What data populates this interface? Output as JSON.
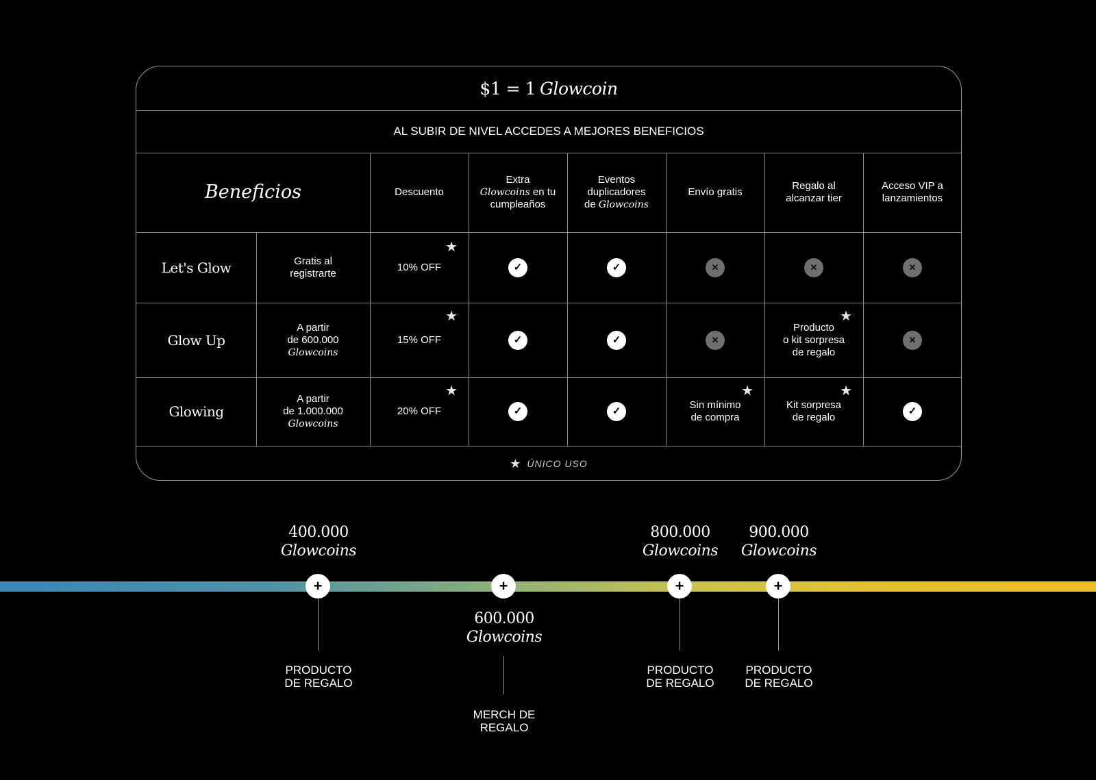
{
  "table": {
    "title_prefix": "$1 = 1",
    "title_italic": "Glowcoin",
    "subtitle": "AL SUBIR DE NIVEL ACCEDES A MEJORES BENEFICIOS",
    "header_label": "Beneficios",
    "columns": {
      "descuento": "Descuento",
      "extra_line1": "Extra",
      "extra_it": "Glowcoins",
      "extra_rest": " en tu",
      "extra_line3": "cumpleaños",
      "eventos_line1": "Eventos",
      "eventos_line2": "duplicadores",
      "eventos_de": "de ",
      "eventos_it": "Glowcoins",
      "envio": "Envío gratis",
      "regalo_line1": "Regalo al",
      "regalo_line2": "alcanzar tier",
      "vip_line1": "Acceso VIP a",
      "vip_line2": "lanzamientos"
    },
    "rows": [
      {
        "tier": "Let's Glow",
        "req_line1": "Gratis al",
        "req_line2": "registrarte",
        "req_it": "",
        "discount": "10% OFF",
        "extra": "check",
        "eventos": "check",
        "envio": "cross",
        "regalo": "cross",
        "vip": "cross"
      },
      {
        "tier": "Glow Up",
        "req_line1": "A partir",
        "req_line2": "de 600.000",
        "req_it": "Glowcoins",
        "discount": "15% OFF",
        "extra": "check",
        "eventos": "check",
        "envio": "cross",
        "regalo_line1": "Producto",
        "regalo_line2": "o kit sorpresa",
        "regalo_line3": "de regalo",
        "vip": "cross"
      },
      {
        "tier": "Glowing",
        "req_line1": "A partir",
        "req_line2": "de 1.000.000",
        "req_it": "Glowcoins",
        "discount": "20% OFF",
        "extra": "check",
        "eventos": "check",
        "envio_line1": "Sin mínimo",
        "envio_line2": "de compra",
        "regalo_line1": "Kit sorpresa",
        "regalo_line2": "de regalo",
        "vip": "check"
      }
    ],
    "check_glyph": "✓",
    "cross_glyph": "✕",
    "star_glyph": "★",
    "footnote": "ÚNICO USO"
  },
  "timeline": {
    "gradient_colors": [
      "#3a87b8",
      "#8bb07a",
      "#c8c24f",
      "#f0bf25"
    ],
    "plus_glyph": "+",
    "milestones": [
      {
        "amount": "400.000",
        "unit": "Glowcoins",
        "reward_line1": "PRODUCTO",
        "reward_line2": "DE REGALO"
      },
      {
        "amount": "600.000",
        "unit": "Glowcoins",
        "reward_line1": "MERCH DE",
        "reward_line2": "REGALO"
      },
      {
        "amount": "800.000",
        "unit": "Glowcoins",
        "reward_line1": "PRODUCTO",
        "reward_line2": "DE REGALO"
      },
      {
        "amount": "900.000",
        "unit": "Glowcoins",
        "reward_line1": "PRODUCTO",
        "reward_line2": "DE REGALO"
      }
    ]
  }
}
